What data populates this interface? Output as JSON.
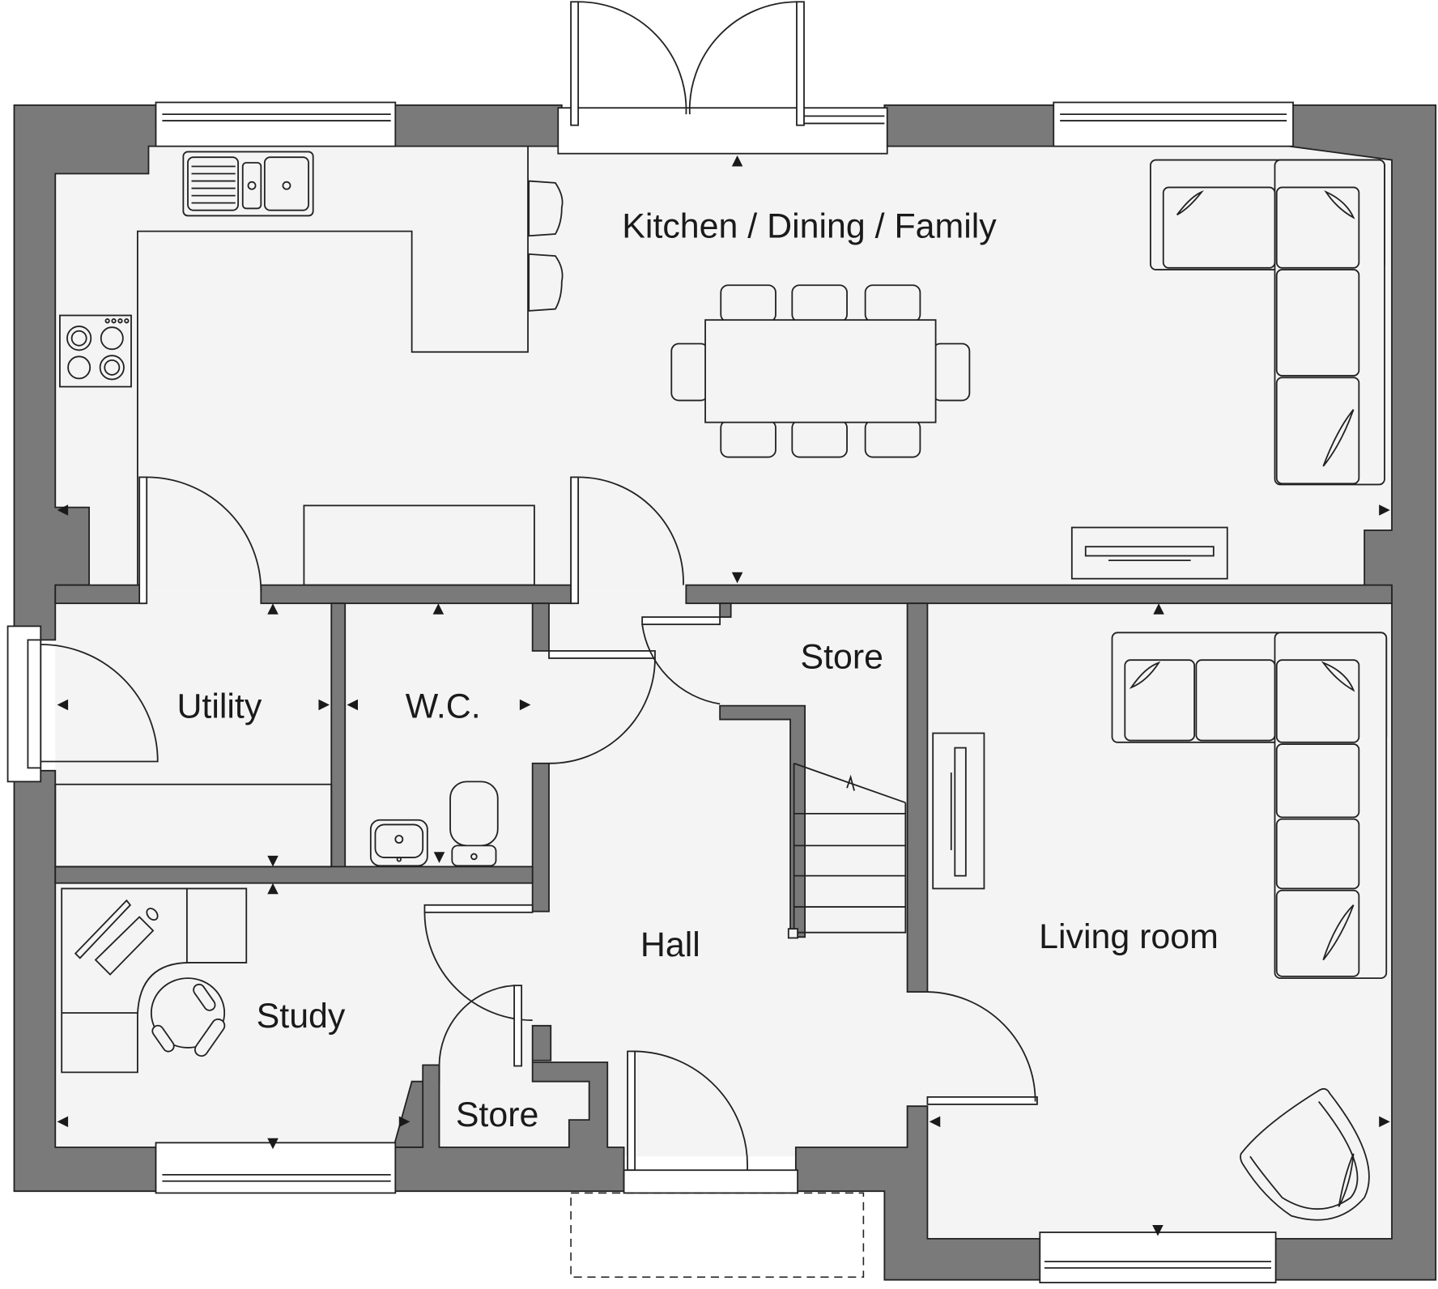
{
  "plan": {
    "type": "ground floor plan",
    "colors": {
      "wall": "#7a7a7a",
      "floor": "#f4f4f4",
      "line": "#222222",
      "background": "#ffffff"
    },
    "rooms": [
      {
        "id": "kitchen",
        "label": "Kitchen / Dining / Family"
      },
      {
        "id": "utility",
        "label": "Utility"
      },
      {
        "id": "wc",
        "label": "W.C."
      },
      {
        "id": "store_upper",
        "label": "Store"
      },
      {
        "id": "living",
        "label": "Living room"
      },
      {
        "id": "hall",
        "label": "Hall"
      },
      {
        "id": "study",
        "label": "Study"
      },
      {
        "id": "store_lower",
        "label": "Store"
      }
    ],
    "fixtures": [
      "sink-icon",
      "hob-icon",
      "bar-stool-icon",
      "dining-table-icon",
      "corner-sofa-icon",
      "media-unit-icon",
      "basin-icon",
      "toilet-icon",
      "staircase-icon",
      "desk-icon",
      "keyboard-icon",
      "office-chair-icon",
      "armchair-icon",
      "french-doors-icon",
      "window-icon",
      "porch-canopy-icon"
    ]
  }
}
